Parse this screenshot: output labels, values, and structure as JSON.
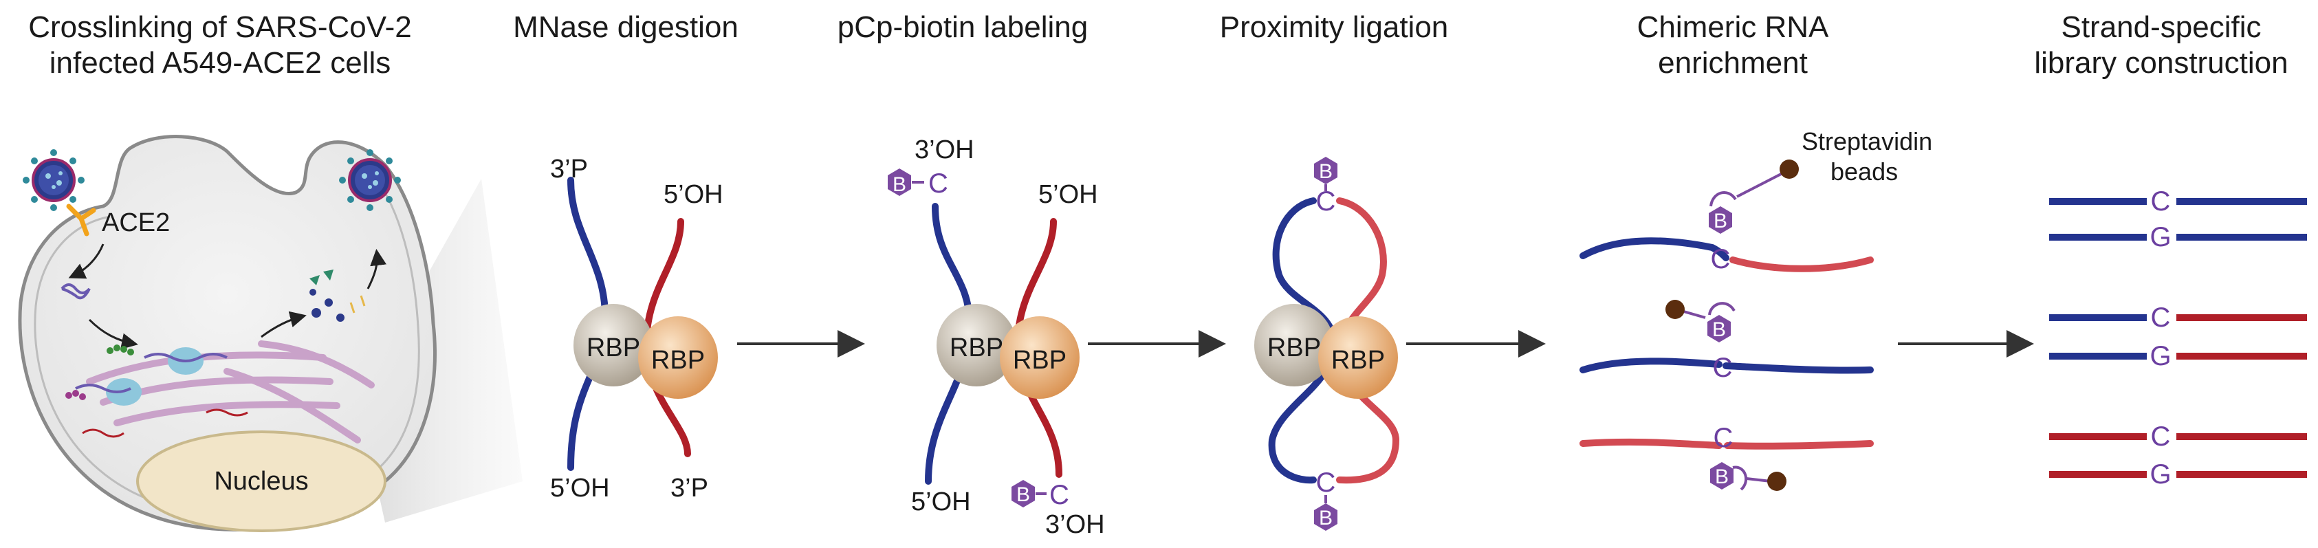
{
  "steps": [
    {
      "title_line1": "Crosslinking of SARS-CoV-2",
      "title_line2": "infected A549-ACE2 cells"
    },
    {
      "title_line1": "MNase digestion",
      "title_line2": ""
    },
    {
      "title_line1": "pCp-biotin labeling",
      "title_line2": ""
    },
    {
      "title_line1": "Proximity ligation",
      "title_line2": ""
    },
    {
      "title_line1": "Chimeric RNA",
      "title_line2": "enrichment"
    },
    {
      "title_line1": "Strand-specific",
      "title_line2": "library construction"
    }
  ],
  "cell": {
    "receptor_label": "ACE2",
    "nucleus_label": "Nucleus"
  },
  "rna_ends": {
    "p3": "3’P",
    "oh5": "5’OH",
    "oh3": "3’OH"
  },
  "protein_label": "RBP",
  "biotin_letter": "B",
  "cytidine_letter": "C",
  "guanosine_letter": "G",
  "beads_label_line1": "Streptavidin",
  "beads_label_line2": "beads",
  "colors": {
    "rna_blue": "#24348f",
    "rna_red": "#b01f28",
    "rna_red_light": "#d24a52",
    "biotin_purple": "#7b4aa0",
    "bead_brown": "#5b2d0e",
    "rbp_grey": "#b9b0a2",
    "rbp_orange": "#e0a168",
    "arrow": "#333333"
  }
}
